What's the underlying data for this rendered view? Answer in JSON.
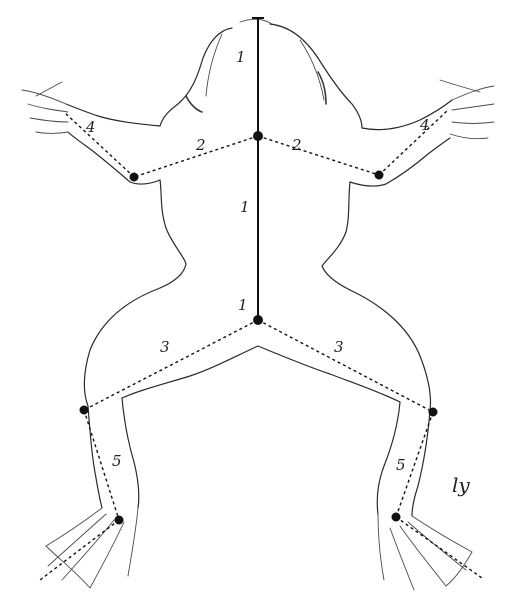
{
  "labels": {
    "head_segment": "1",
    "trunk_segment": "1",
    "lower_trunk_segment": "1",
    "left_forelimb_inner": "2",
    "right_forelimb_inner": "2",
    "left_forelimb_outer": "4",
    "right_forelimb_outer": "4",
    "left_hindlimb_upper": "3",
    "right_hindlimb_upper": "3",
    "left_hindlimb_lower": "5",
    "right_hindlimb_lower": "5",
    "annotation": "ly"
  },
  "colors": {
    "ink": "#111111",
    "outline": "#2a2a2a",
    "paper": "#ffffff"
  }
}
